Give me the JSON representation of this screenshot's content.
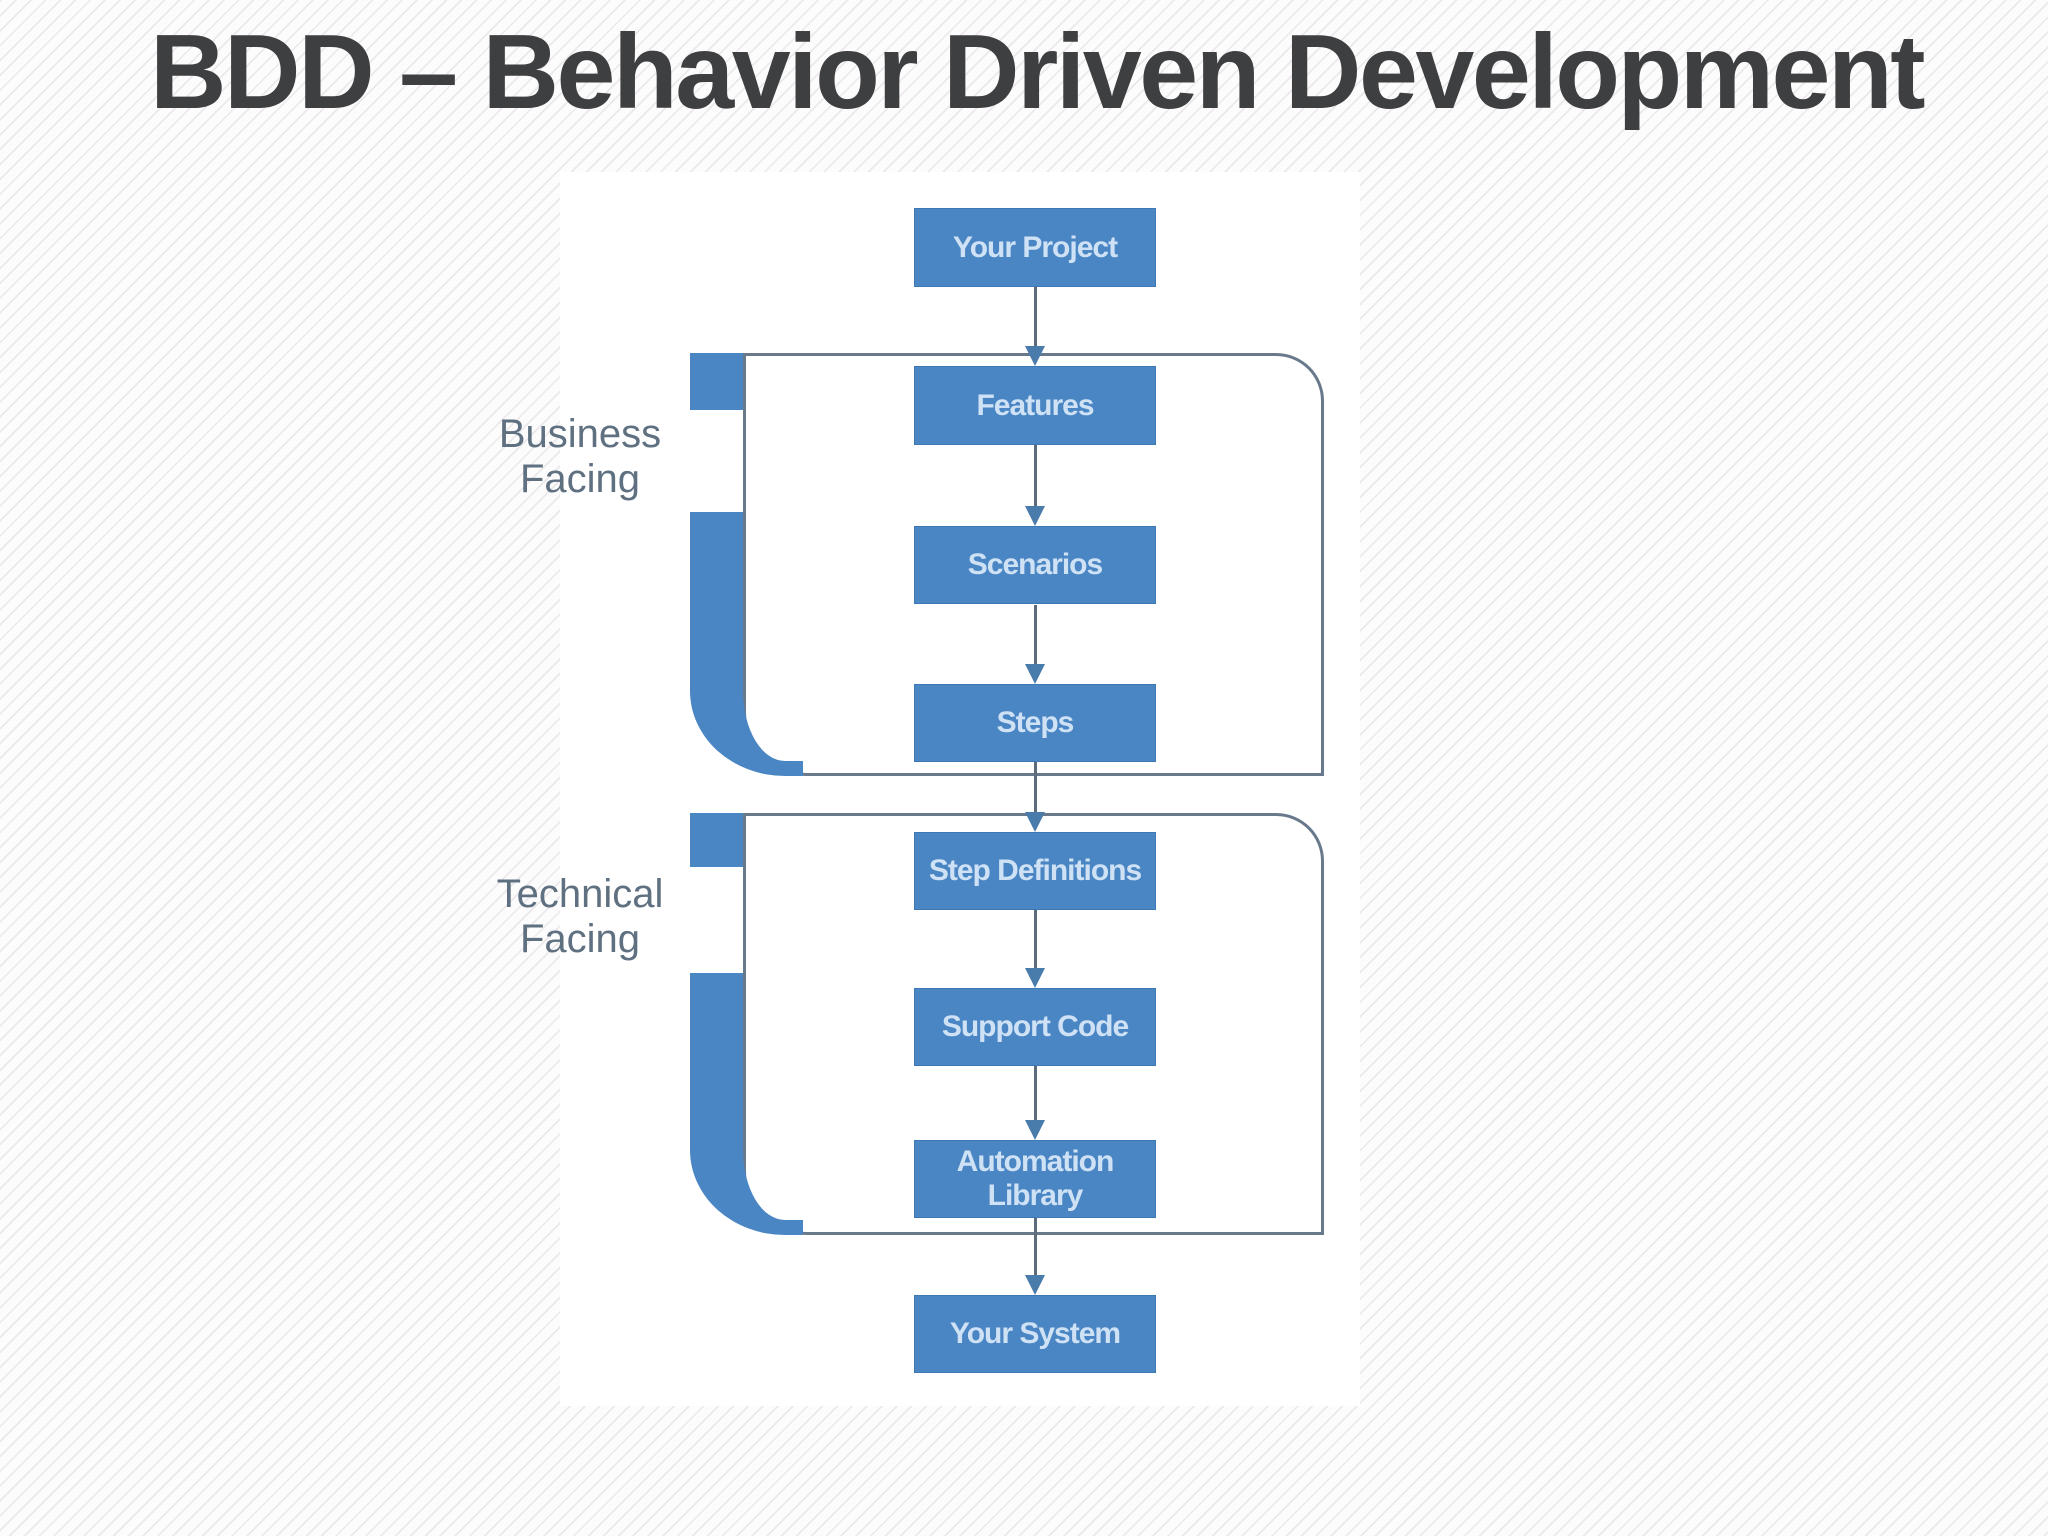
{
  "title": "BDD – Behavior Driven Development",
  "nodes": [
    {
      "label": "Your Project"
    },
    {
      "label": "Features"
    },
    {
      "label": "Scenarios"
    },
    {
      "label": "Steps"
    },
    {
      "label": "Step Definitions"
    },
    {
      "label": "Support Code"
    },
    {
      "label": "Automation Library"
    },
    {
      "label": "Your System"
    }
  ],
  "groups": [
    {
      "label": "Business Facing",
      "contains": [
        "Features",
        "Scenarios",
        "Steps"
      ]
    },
    {
      "label": "Technical Facing",
      "contains": [
        "Step Definitions",
        "Support Code",
        "Automation Library"
      ]
    }
  ],
  "flow": [
    "Your Project → Features",
    "Features → Scenarios",
    "Scenarios → Steps",
    "Steps → Step Definitions",
    "Step Definitions → Support Code",
    "Support Code → Automation Library",
    "Automation Library → Your System"
  ],
  "colors": {
    "bg_base": "#fdfcfd",
    "panel": "#ffffff",
    "title": "#3e3f41",
    "node_fill": "#4b86c4",
    "node_border": "#3e78b4",
    "node_text": "#cfe2f5",
    "group_border": "#68798c",
    "group_bar": "#4b86c4",
    "group_label": "#5f7081",
    "arrow_line": "#5d6b7a",
    "arrow_head": "#4a7cab"
  }
}
